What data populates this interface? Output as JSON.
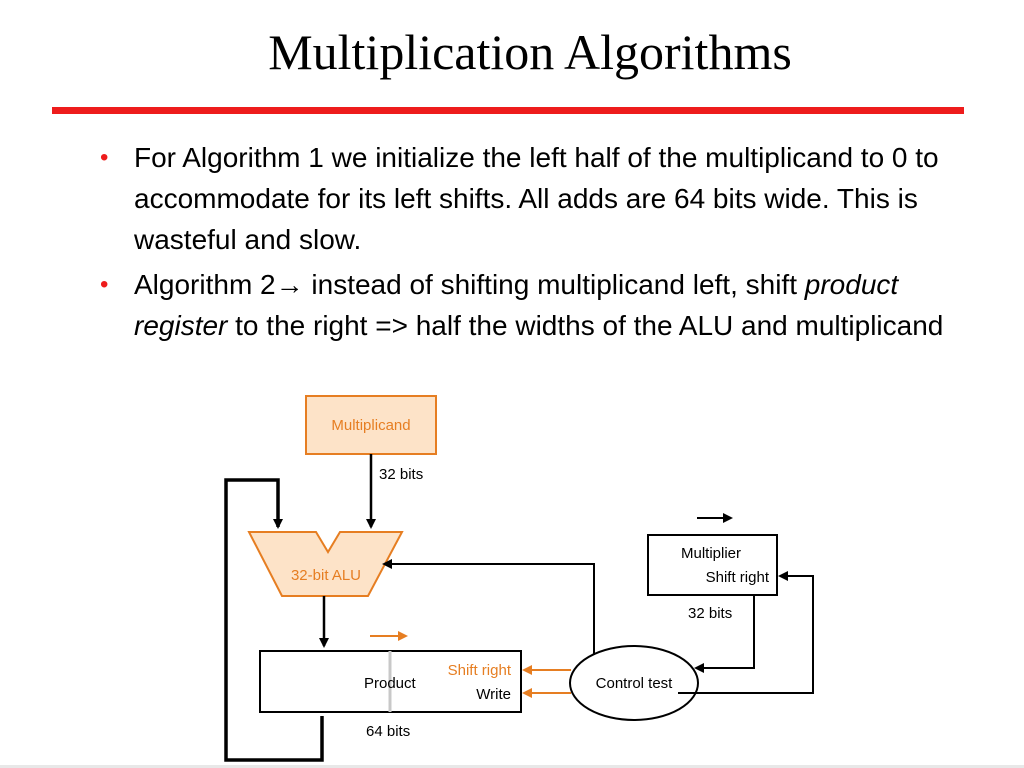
{
  "slide": {
    "title": "Multiplication Algorithms",
    "bullets": [
      {
        "text": "For Algorithm 1 we initialize the left half of the multiplicand to 0 to accommodate for its left shifts. All adds are 64 bits wide. This is wasteful and slow."
      },
      {
        "part1": "Algorithm 2",
        "arrow": "→",
        "part2": " instead of shifting multiplicand left, shift ",
        "italic": "product register",
        "part3": " to the right => half the widths of the ALU and multiplicand"
      }
    ]
  },
  "diagram": {
    "multiplicand_label": "Multiplicand",
    "multiplicand_width": "32 bits",
    "alu_label": "32-bit ALU",
    "multiplier_label": "Multiplier",
    "multiplier_shift": "Shift right",
    "multiplier_width": "32 bits",
    "product_label": "Product",
    "product_shift": "Shift right",
    "product_write": "Write",
    "product_width": "64 bits",
    "control_label": "Control test"
  },
  "colors": {
    "accent_red": "#ee1c1c",
    "orange_stroke": "#e67e22",
    "orange_fill": "#fde3c8",
    "orange_text": "#e67e22"
  }
}
